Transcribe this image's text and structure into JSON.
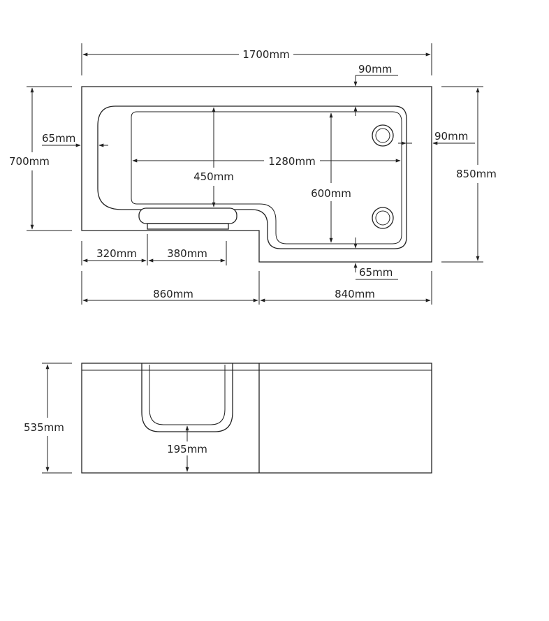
{
  "plan_view": {
    "overall_length": "1700mm",
    "rim_top": "90mm",
    "rim_right": "90mm",
    "rim_left": "65mm",
    "rim_bottom": "65mm",
    "width_narrow": "700mm",
    "width_wide": "850mm",
    "inner_length": "1280mm",
    "inner_width_seat": "450mm",
    "inner_width": "600mm",
    "door_offset": "320mm",
    "door_width": "380mm",
    "section_narrow": "860mm",
    "section_wide": "840mm"
  },
  "elevation_view": {
    "height": "535mm",
    "step_height": "195mm"
  }
}
